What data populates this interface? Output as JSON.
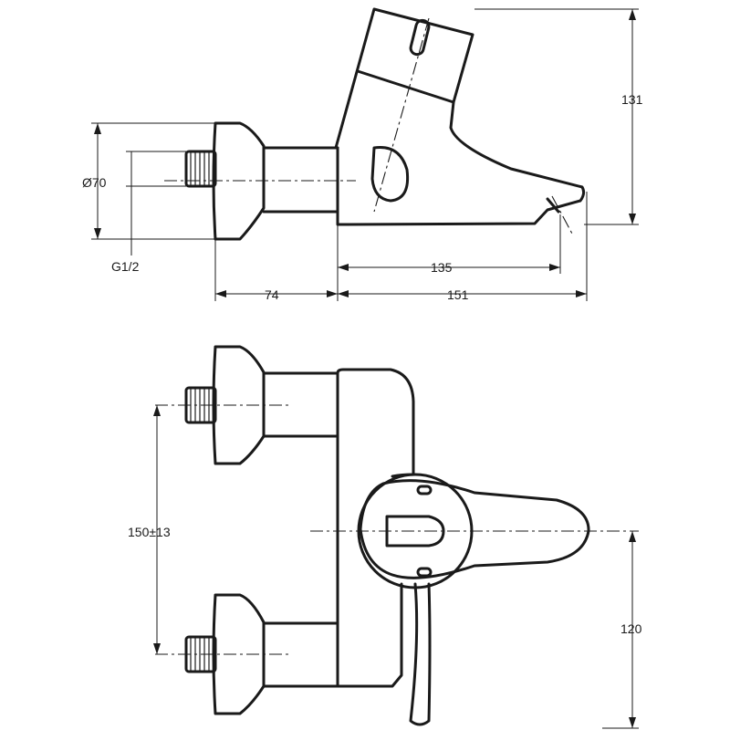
{
  "dimensions": {
    "height_top": "131",
    "diameter": "Ø70",
    "thread": "G1/2",
    "length_135": "135",
    "length_74": "74",
    "length_151": "151",
    "spacing": "150±13",
    "height_front": "120"
  }
}
